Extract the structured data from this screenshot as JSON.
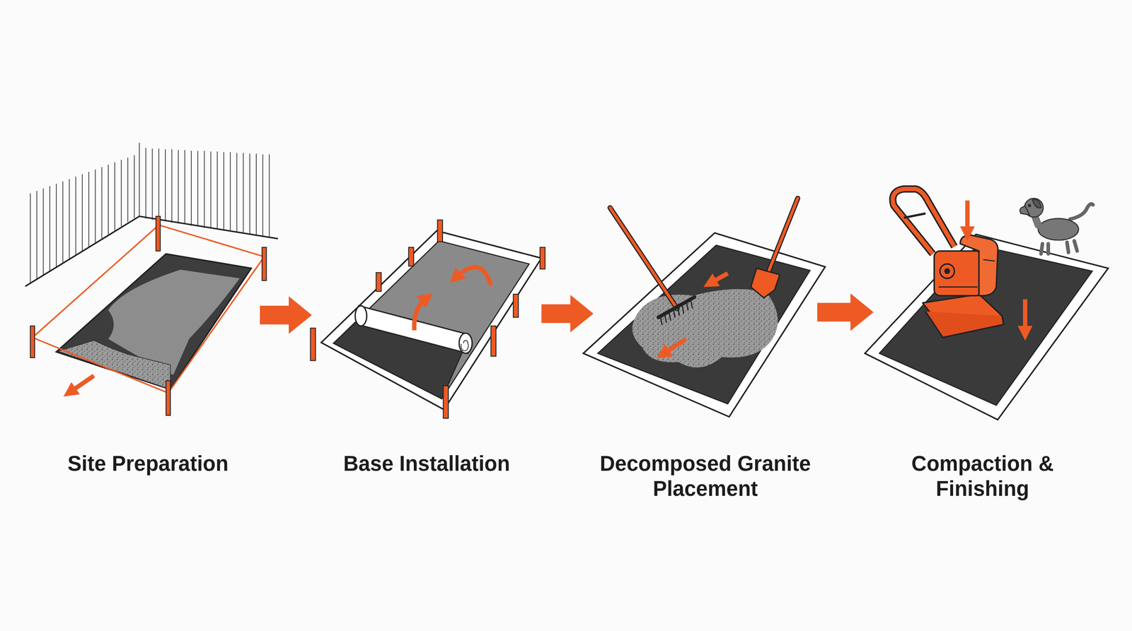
{
  "diagram": {
    "nodes": [
      {
        "text": [
          "Site Preparation"
        ]
      },
      {
        "text": [
          "Base Installation"
        ]
      },
      {
        "text": [
          "Decomposed Granite Placement"
        ]
      },
      {
        "text": [
          "Compaction & Finishing"
        ]
      }
    ],
    "edges": [
      {
        "from": 0,
        "to": 1,
        "arrow": "to"
      },
      {
        "from": 1,
        "to": 2,
        "arrow": "to"
      },
      {
        "from": 2,
        "to": 3,
        "arrow": "to"
      }
    ]
  }
}
